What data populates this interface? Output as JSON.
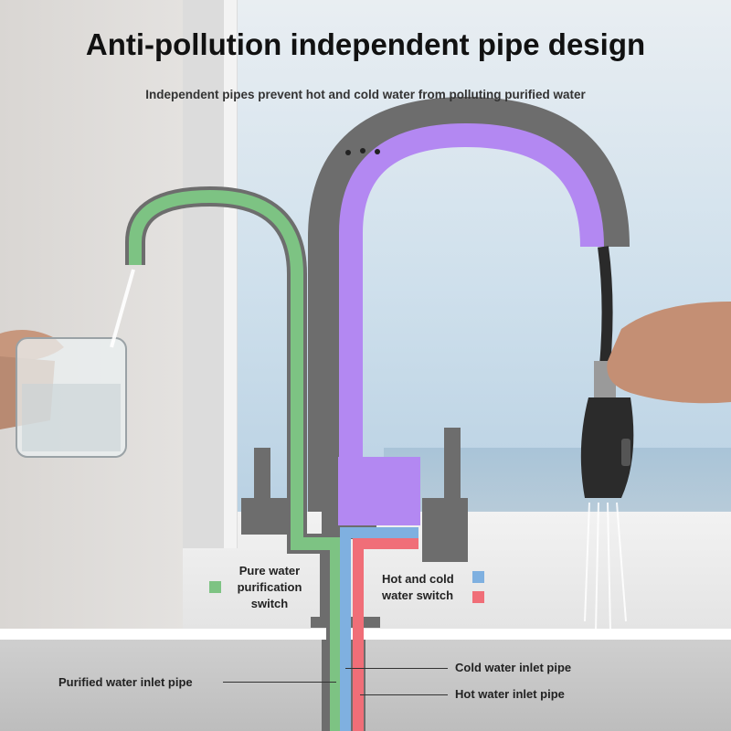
{
  "title": "Anti-pollution independent pipe design",
  "subtitle": "Independent pipes prevent hot and cold water from polluting purified water",
  "labels": {
    "pure_switch_line1": "Pure water",
    "pure_switch_line2": "purification",
    "pure_switch_line3": "switch",
    "hot_cold_line1": "Hot and cold",
    "hot_cold_line2": "water switch",
    "purified_inlet": "Purified water inlet pipe",
    "cold_inlet": "Cold water inlet pipe",
    "hot_inlet": "Hot water inlet pipe"
  },
  "colors": {
    "purified": "#7dc383",
    "mixed": "#b388f2",
    "cold": "#7fb0e0",
    "hot": "#f06e78",
    "faucet_gray": "#707070"
  }
}
